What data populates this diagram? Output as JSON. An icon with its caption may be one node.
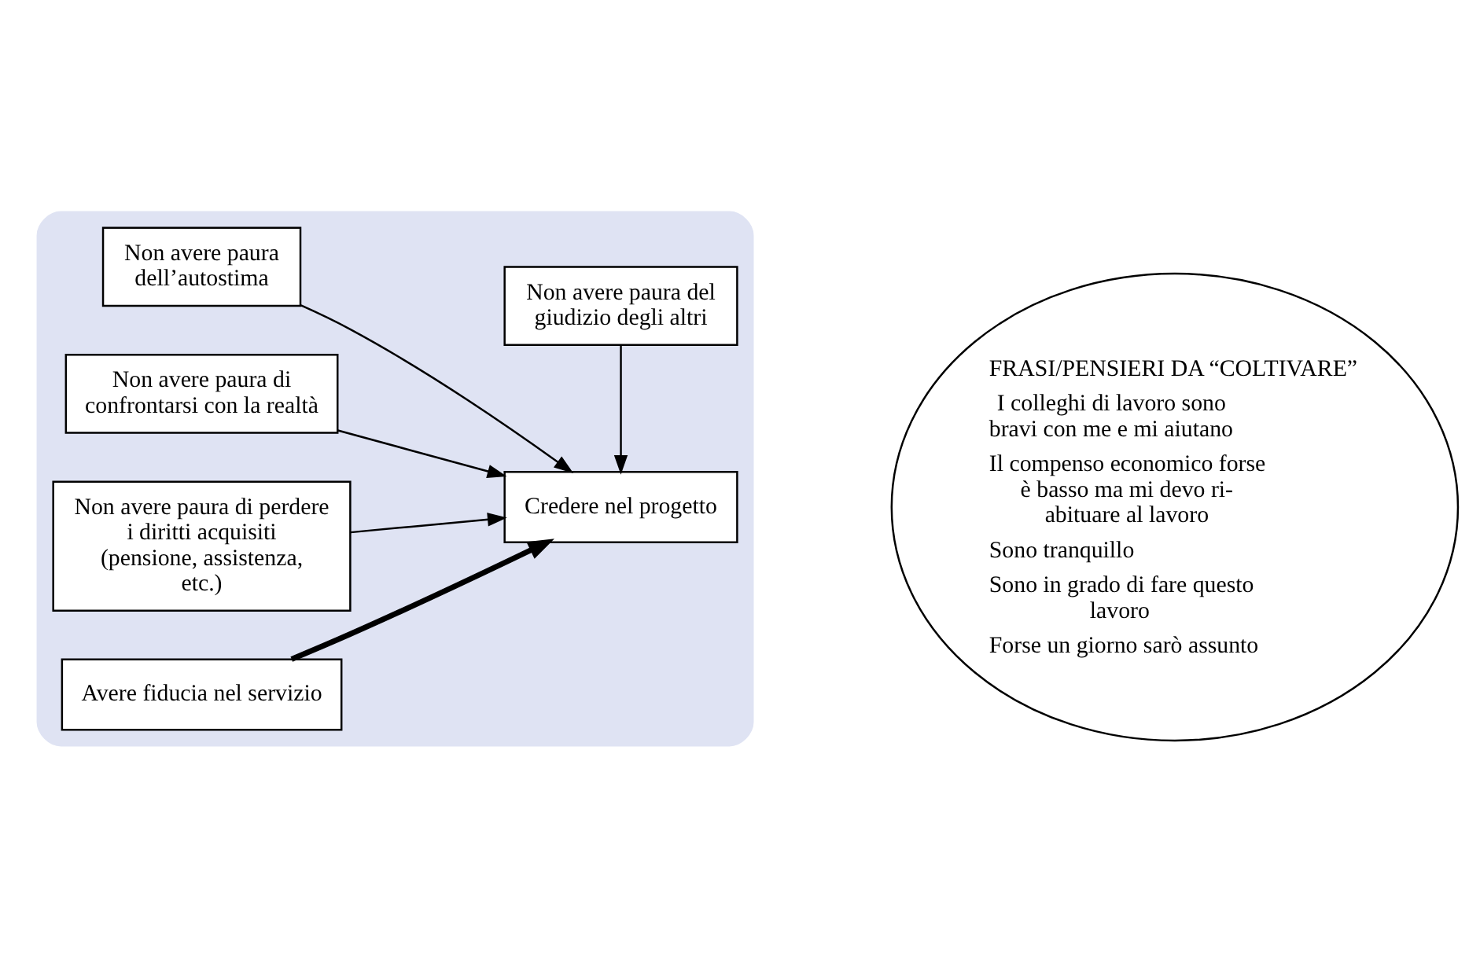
{
  "diagram": {
    "nodes": [
      {
        "text": [],
        "shape": "box"
      },
      {
        "text": [
          "Non avere paura dell’autostima"
        ],
        "in": 0
      },
      {
        "text": [
          "Non avere paura del giudizio degli altri"
        ],
        "in": 0
      },
      {
        "text": [
          "Non avere paura di confrontarsi con la realtà"
        ],
        "in": 0
      },
      {
        "text": [
          "Credere nel progetto"
        ],
        "in": 0
      },
      {
        "text": [
          "Non avere paura di perdere i diritti acquisiti (pensione, assistenza, etc.)"
        ],
        "in": 0
      },
      {
        "text": [
          "Avere fiducia nel servizio"
        ],
        "in": 0
      },
      {
        "text": [
          "FRASI/PENSIERI DA “COLTIVARE”",
          "I colleghi di lavoro sono bravi con me e mi aiutano",
          "Il compenso economico forse è basso ma mi devo ri-abituare al lavoro",
          "Sono tranquillo",
          "Sono in grado di fare questo lavoro",
          "Forse un giorno sarò assunto"
        ]
      }
    ],
    "edges": [
      {
        "from": 1,
        "to": 4,
        "arrow": "to"
      },
      {
        "from": 3,
        "to": 4,
        "arrow": "to"
      },
      {
        "from": 5,
        "to": 4,
        "arrow": "to"
      },
      {
        "from": 6,
        "to": 4,
        "arrow": "to",
        "style": "thick"
      },
      {
        "from": 2,
        "to": 4,
        "arrow": "to"
      }
    ]
  }
}
